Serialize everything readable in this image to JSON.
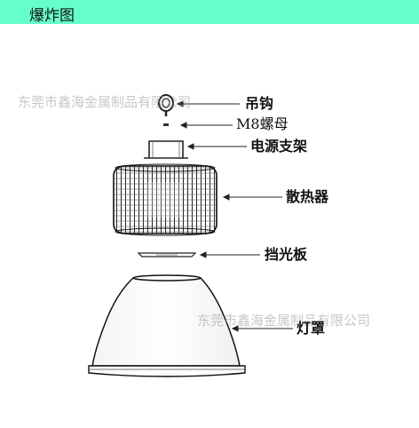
{
  "header": {
    "title": "爆炸图",
    "background": "#66ffcc"
  },
  "watermark": {
    "text": "东莞市鑫海金属制品有限公司"
  },
  "parts": [
    {
      "id": "hook",
      "label": "吊钩"
    },
    {
      "id": "nut",
      "label": "M8螺母"
    },
    {
      "id": "bracket",
      "label": "电源支架"
    },
    {
      "id": "heatsink",
      "label": "散热器"
    },
    {
      "id": "baffle",
      "label": "挡光板"
    },
    {
      "id": "lampshade",
      "label": "灯罩"
    }
  ]
}
